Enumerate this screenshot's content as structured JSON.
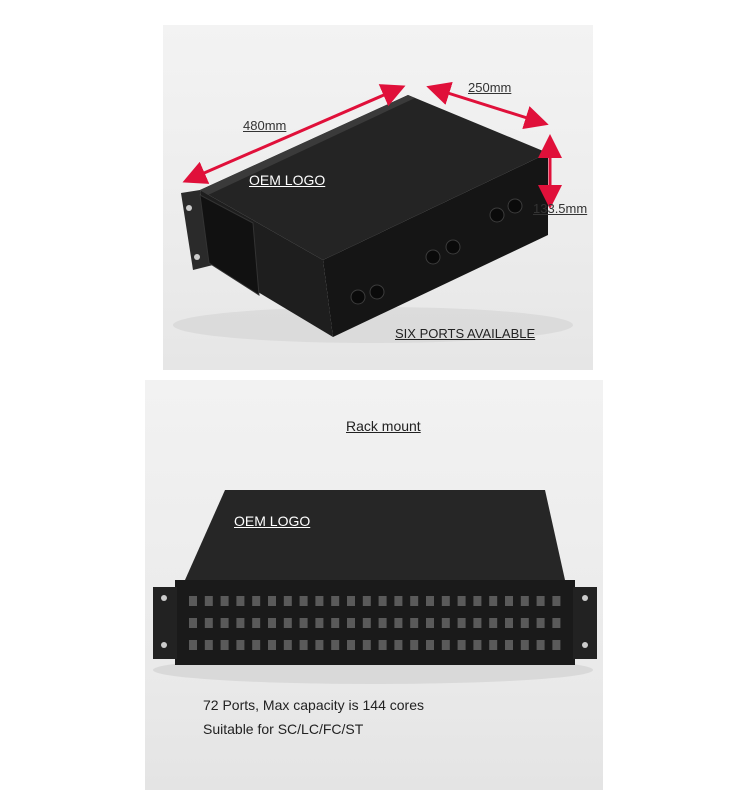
{
  "top_panel": {
    "dimensions": {
      "length": "480mm",
      "depth": "250mm",
      "height": "133.5mm"
    },
    "logo_label": "OEM LOGO",
    "ports_caption": "SIX PORTS AVAILABLE"
  },
  "bottom_panel": {
    "title": "Rack mount",
    "logo_label": "OEM LOGO",
    "caption_line1": "72 Ports, Max capacity is 144 cores",
    "caption_line2": "Suitable for SC/LC/FC/ST"
  },
  "colors": {
    "arrow": "#e0103a",
    "chassis": "#1c1c1c",
    "logo_text": "#ffffff",
    "caption_text": "#222222"
  }
}
